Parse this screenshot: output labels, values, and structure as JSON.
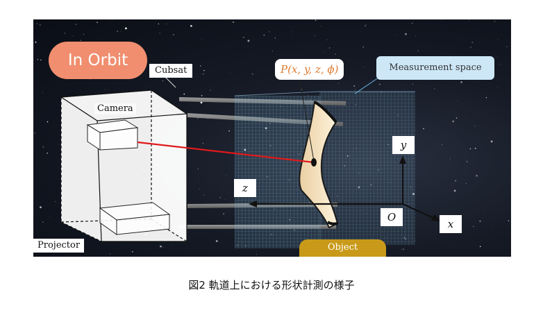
{
  "figure": {
    "badge": "In Orbit",
    "labels": {
      "cubsat": "Cubsat",
      "camera": "Camera",
      "projector": "Projector",
      "point": "P(x, y, z, ϕ)",
      "measurement_space": "Measurement space",
      "object": "Object"
    },
    "axes": {
      "y": "y",
      "z": "z",
      "origin": "O",
      "x": "x"
    },
    "colors": {
      "badge": "#f08e6f",
      "measurement_label": "#cde7f7",
      "object_label": "#c99a19",
      "laser": "#e0191b",
      "point_text": "#e07a2f"
    }
  },
  "caption": "図2 軌道上における形状計測の様子"
}
